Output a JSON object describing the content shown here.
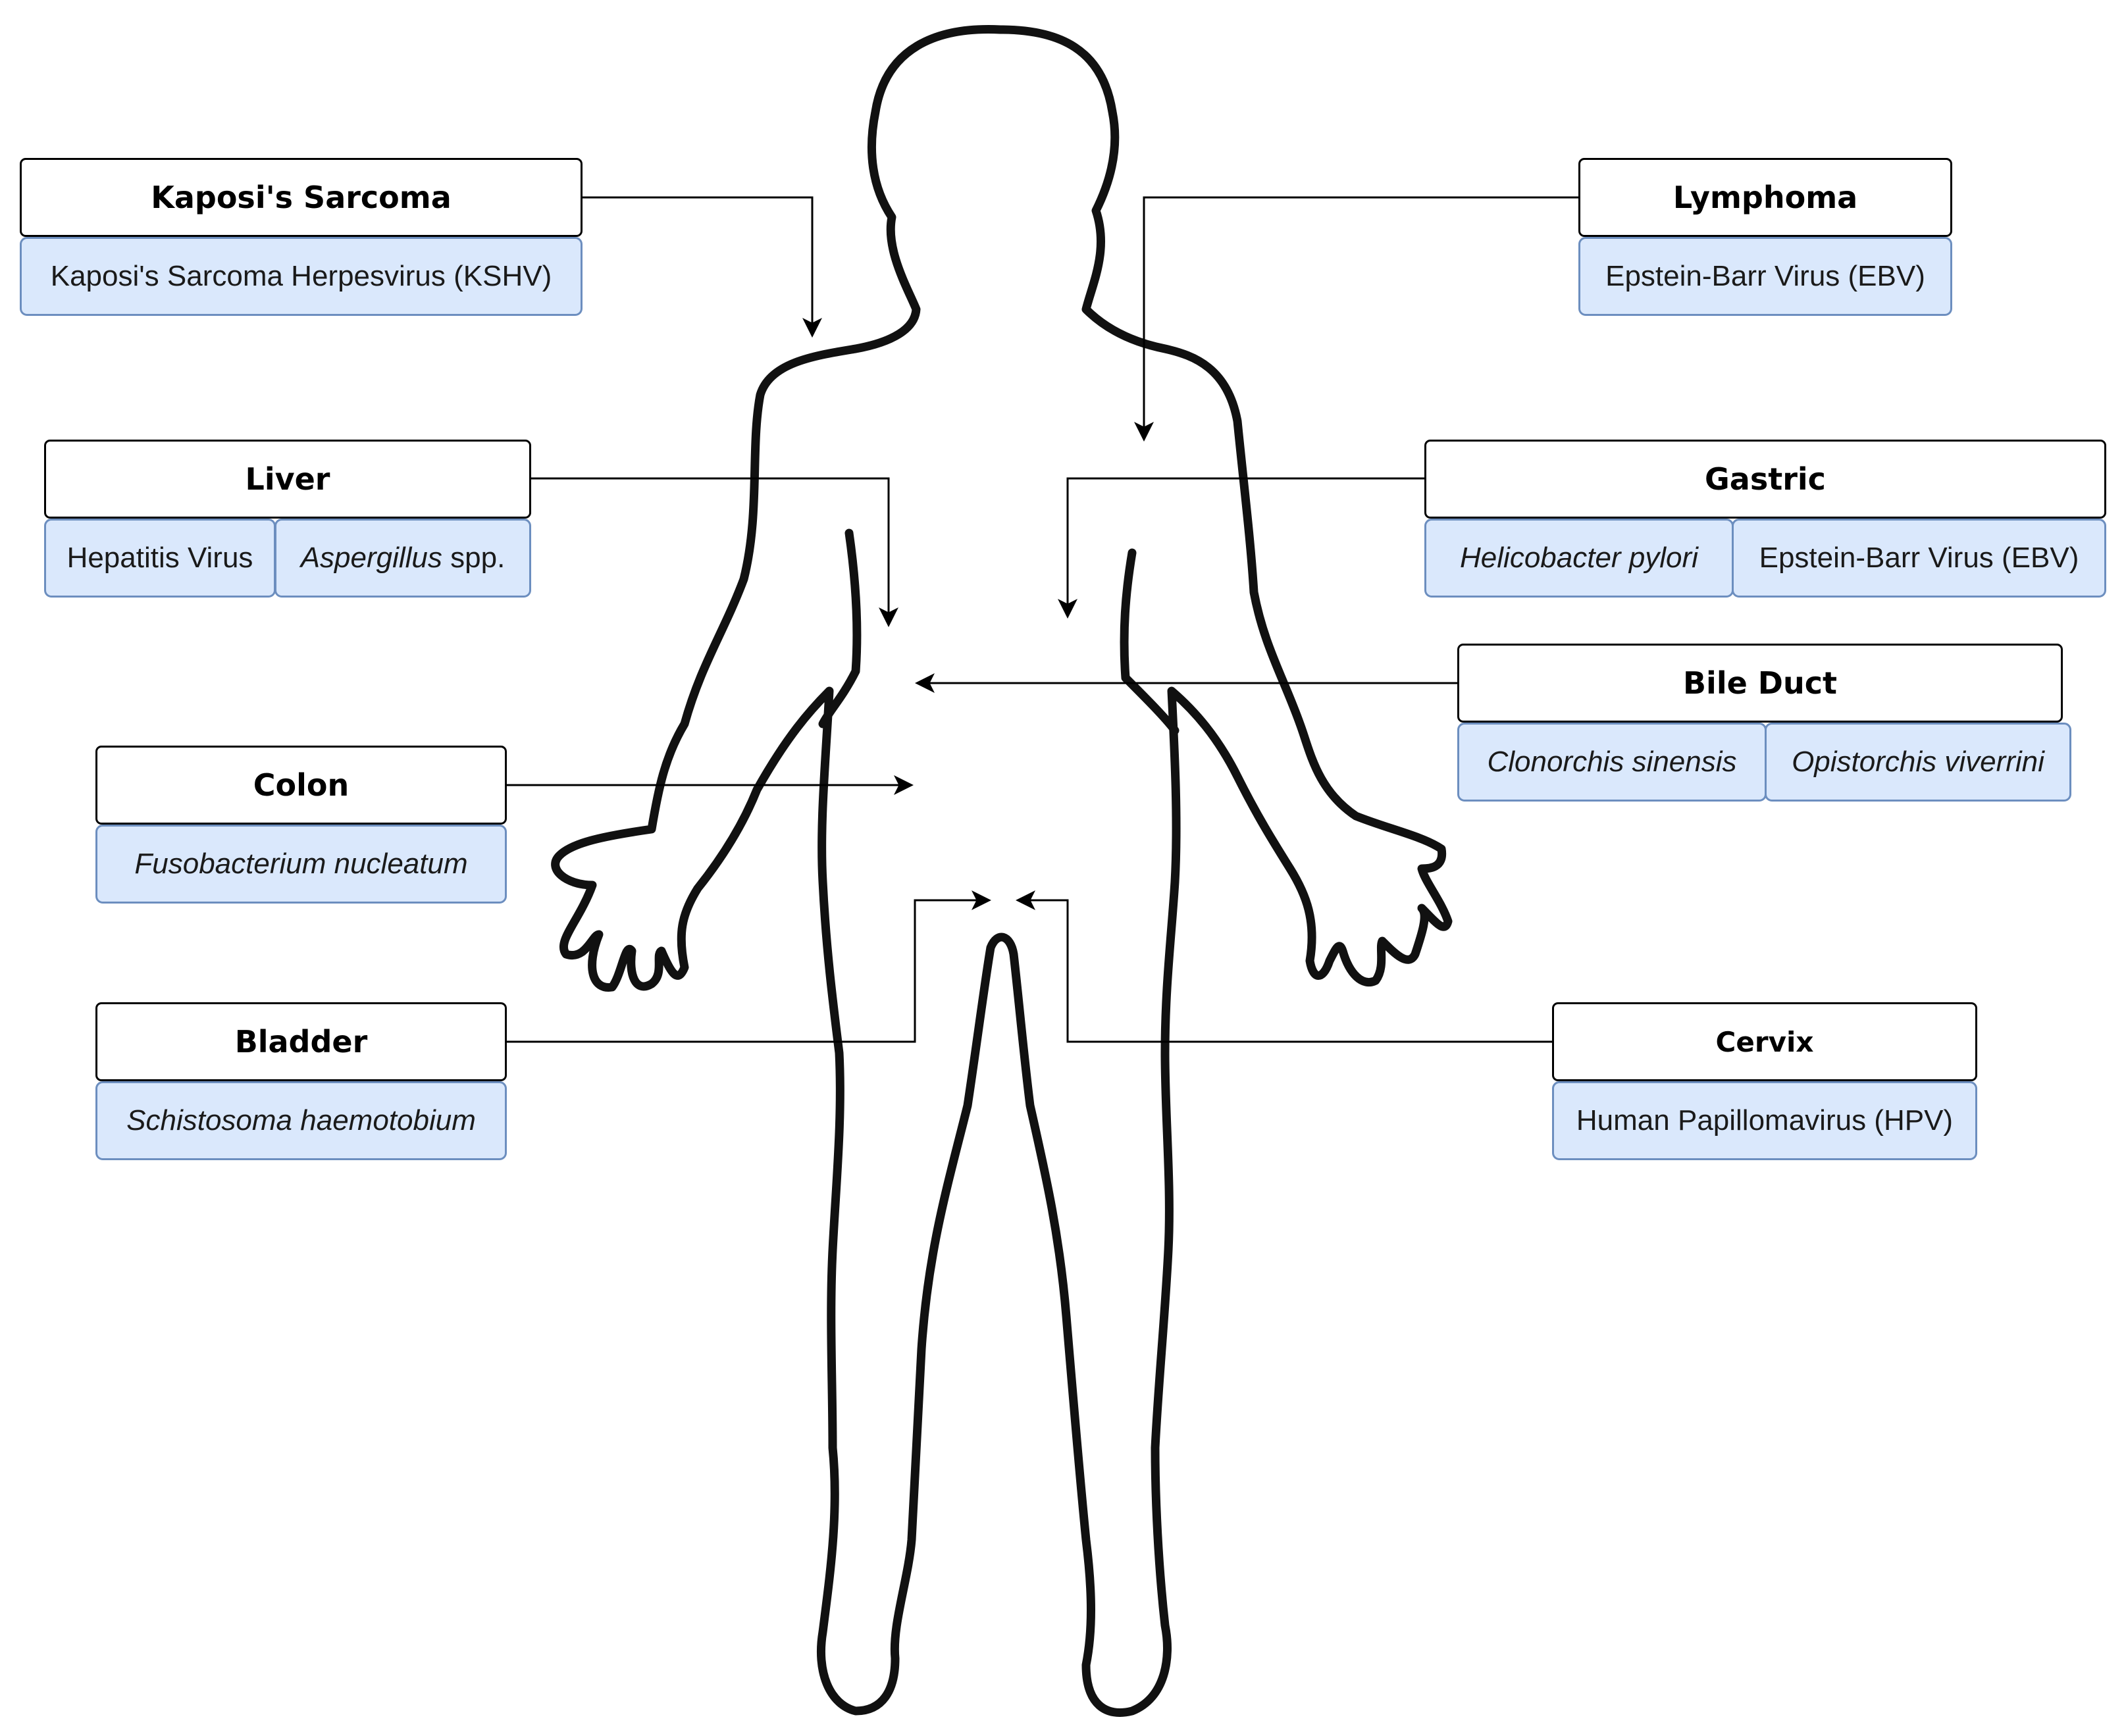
{
  "colors": {
    "cancer_box_fill": "#ffffff",
    "cancer_box_border": "#000000",
    "agent_box_fill": "#dae8fc",
    "agent_box_border": "#6c8ebf",
    "body_outline": "#111111",
    "connector": "#000000"
  },
  "figure": {
    "body_outline": "human-body-silhouette"
  },
  "cancers": {
    "kaposi": {
      "label": "Kaposi's Sarcoma",
      "agents": [
        "Kaposi's Sarcoma Herpesvirus (KSHV)"
      ]
    },
    "lymphoma": {
      "label": "Lymphoma",
      "agents": [
        "Epstein-Barr Virus (EBV)"
      ]
    },
    "liver": {
      "label": "Liver",
      "agents": [
        "Hepatitis Virus",
        "Aspergillus",
        "spp."
      ]
    },
    "gastric": {
      "label": "Gastric",
      "agents": [
        "Helicobacter pylori",
        "Epstein-Barr Virus (EBV)"
      ]
    },
    "bile_duct": {
      "label": "Bile Duct",
      "agents": [
        "Clonorchis sinensis",
        "Opistorchis viverrini"
      ]
    },
    "colon": {
      "label": "Colon",
      "agents": [
        "Fusobacterium nucleatum"
      ]
    },
    "bladder": {
      "label": "Bladder",
      "agents": [
        "Schistosoma haemotobium"
      ]
    },
    "cervix": {
      "label": "Cervix",
      "agents": [
        "Human Papillomavirus (HPV)"
      ]
    }
  }
}
